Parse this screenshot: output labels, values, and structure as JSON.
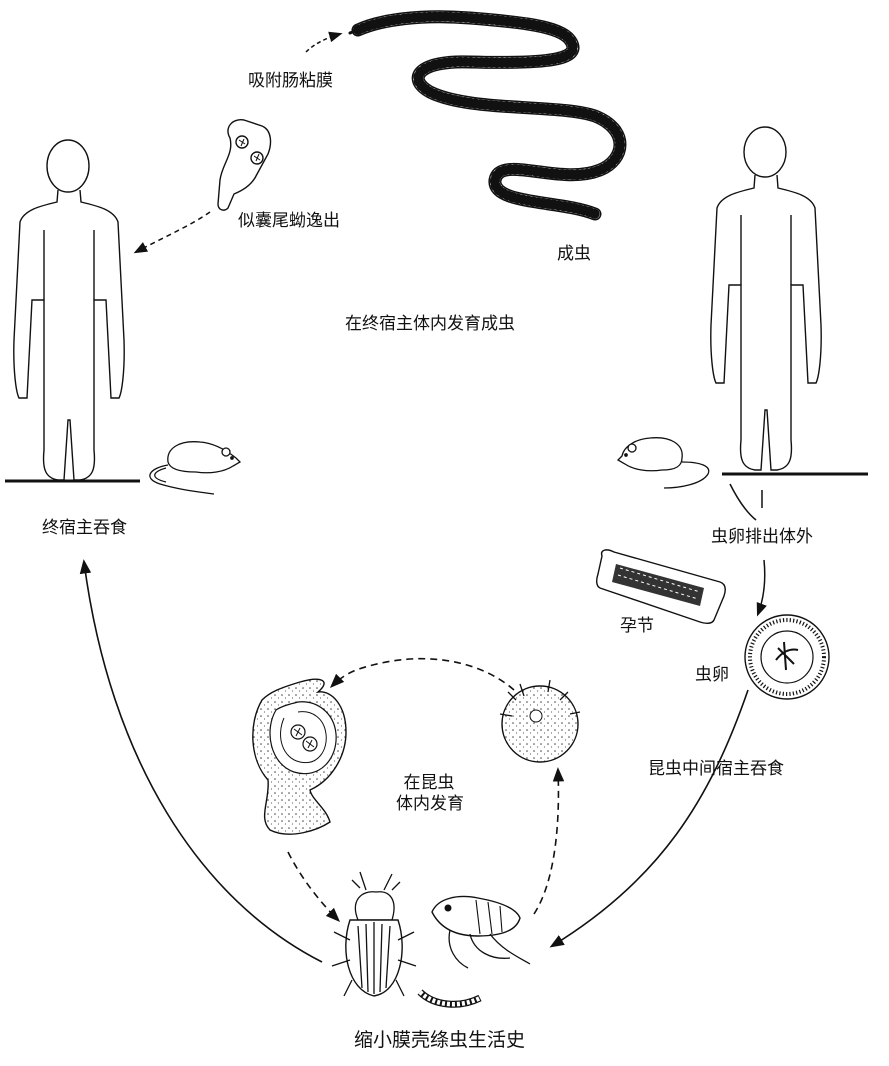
{
  "title": "缩小膜壳绦虫生活史",
  "labels": {
    "attach": "吸附肠粘膜",
    "escape": "似囊尾蚴逸出",
    "adult": "成虫",
    "develop_in_host": "在终宿主体内发育成虫",
    "swallow_final": "终宿主吞食",
    "eggs_out": "虫卵排出体外",
    "gravid_segment": "孕节",
    "egg": "虫卵",
    "insect_swallow": "昆虫中间宿主吞食",
    "in_insect_line1": "在昆虫",
    "in_insect_line2": "体内发育"
  },
  "icons": {
    "human_left": "human-figure-icon",
    "human_right": "human-figure-icon",
    "rat_left": "rat-icon",
    "rat_right": "rat-icon",
    "adult_worm": "tapeworm-icon",
    "scolex": "scolex-icon",
    "cysticercoid": "cysticercoid-icon",
    "egg": "egg-icon",
    "proglottid": "proglottid-icon",
    "oncosphere": "oncosphere-icon",
    "beetle": "beetle-icon",
    "flea": "flea-icon",
    "larva": "larva-icon"
  }
}
